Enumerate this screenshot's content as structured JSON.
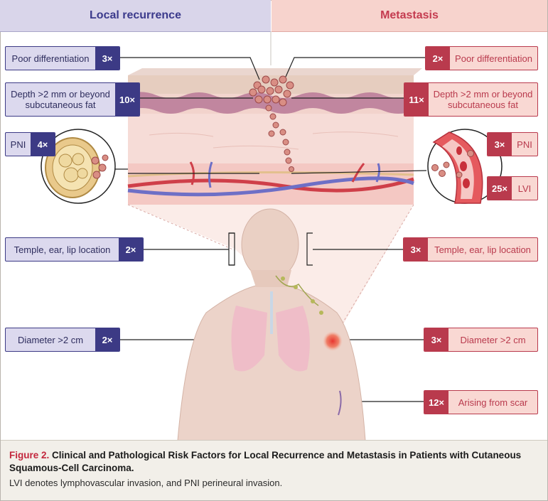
{
  "headers": {
    "local_recurrence": "Local recurrence",
    "metastasis": "Metastasis"
  },
  "local_recurrence_labels": [
    {
      "text": "Poor differentiation",
      "multiplier": "3×"
    },
    {
      "text": "Depth >2 mm or beyond subcutaneous fat",
      "multiplier": "10×"
    },
    {
      "text": "PNI",
      "multiplier": "4×"
    },
    {
      "text": "Temple, ear, lip location",
      "multiplier": "2×"
    },
    {
      "text": "Diameter >2 cm",
      "multiplier": "2×"
    }
  ],
  "metastasis_labels": [
    {
      "text": "Poor differentiation",
      "multiplier": "2×"
    },
    {
      "text": "Depth >2 mm or beyond subcutaneous fat",
      "multiplier": "11×"
    },
    {
      "text": "PNI",
      "multiplier": "3×"
    },
    {
      "text": "LVI",
      "multiplier": "25×"
    },
    {
      "text": "Temple, ear, lip location",
      "multiplier": "3×"
    },
    {
      "text": "Diameter >2 cm",
      "multiplier": "3×"
    },
    {
      "text": "Arising from scar",
      "multiplier": "12×"
    }
  ],
  "caption": {
    "figure_label": "Figure 2.",
    "title": "Clinical and Pathological Risk Factors for Local Recurrence and Metastasis in Patients with Cutaneous Squamous-Cell Carcinoma.",
    "body": "LVI denotes lymphovascular invasion, and PNI perineural invasion."
  },
  "colors": {
    "local_recurrence_accent": "#3c3a85",
    "metastasis_accent": "#b93a4d",
    "local_recurrence_header": "#d9d5ea",
    "metastasis_header": "#f7d3cd",
    "figure_label": "#c3273d"
  }
}
